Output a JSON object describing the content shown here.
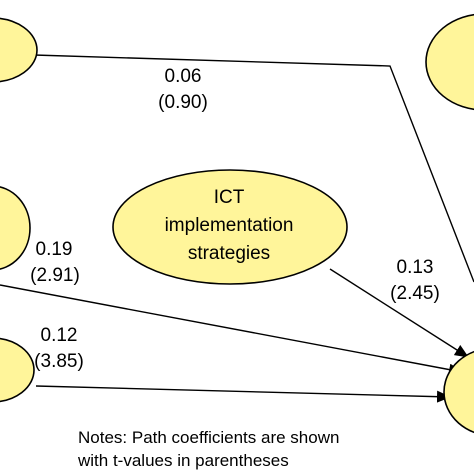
{
  "colors": {
    "node_fill": "#FFF59A",
    "node_stroke": "#000000",
    "edge_stroke": "#000000",
    "background": "#FFFFFF"
  },
  "nodes": {
    "ict_strategies": {
      "lines": [
        "ICT",
        "implementation",
        "strategies"
      ]
    }
  },
  "paths": {
    "top": {
      "coefficient": "0.06",
      "t_value": "(0.90)"
    },
    "middle_left": {
      "coefficient": "0.19",
      "t_value": "(2.91)"
    },
    "lower_left": {
      "coefficient": "0.12",
      "t_value": "(3.85)"
    },
    "ict_strategies": {
      "coefficient": "0.13",
      "t_value": "(2.45)"
    }
  },
  "notes": {
    "line1": "Notes: Path coefficients are shown",
    "line2": "with t-values in parentheses"
  }
}
